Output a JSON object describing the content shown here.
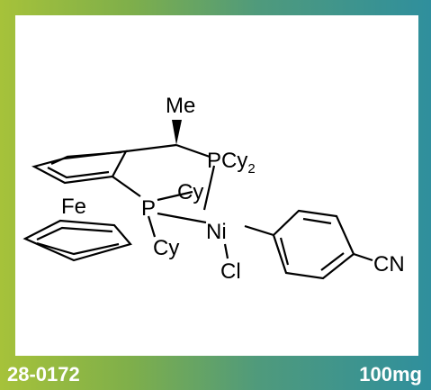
{
  "product": {
    "catalog_number": "28-0172",
    "quantity": "100mg"
  },
  "structure": {
    "atoms": {
      "methyl": "Me",
      "phosphine_top": "PCy",
      "phosphine_top_subscript": "2",
      "iron": "Fe",
      "phosphorus": "P",
      "cy_upper": "Cy",
      "cy_lower": "Cy",
      "nickel": "Ni",
      "chlorine": "Cl",
      "nitrile": "CN"
    }
  },
  "colors": {
    "gradient_start": "#a6c23a",
    "gradient_end": "#2f8f9d",
    "panel": "#ffffff",
    "footer_text": "#ffffff"
  }
}
